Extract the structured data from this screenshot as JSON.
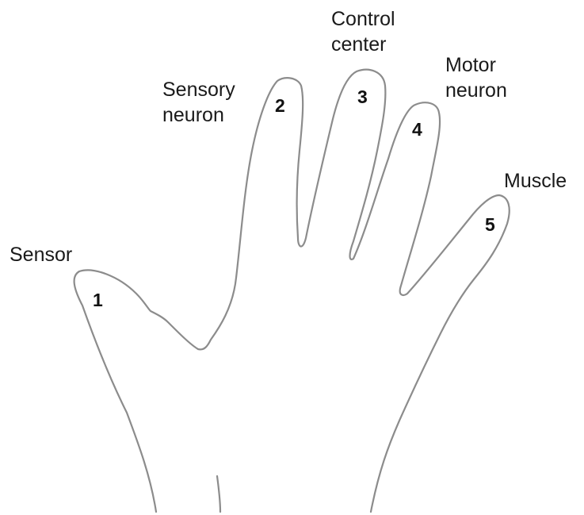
{
  "parts": [
    {
      "number": "1",
      "label_lines": [
        "Sensor"
      ]
    },
    {
      "number": "2",
      "label_lines": [
        "Sensory",
        "neuron"
      ]
    },
    {
      "number": "3",
      "label_lines": [
        "Control",
        "center"
      ]
    },
    {
      "number": "4",
      "label_lines": [
        "Motor",
        "neuron"
      ]
    },
    {
      "number": "5",
      "label_lines": [
        "Muscle"
      ]
    }
  ],
  "colors": {
    "outline": "#8c8c8c",
    "text": "#1a1a1a",
    "background": "#ffffff"
  }
}
